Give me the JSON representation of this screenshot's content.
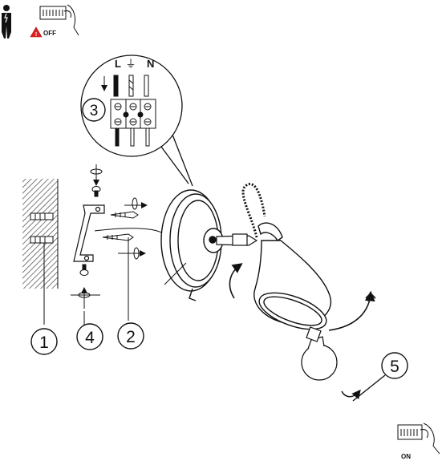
{
  "header": {
    "power_off_label": "OFF",
    "power_on_label": "ON"
  },
  "terminal": {
    "labels": [
      "L",
      "⏚",
      "N"
    ],
    "step": "3"
  },
  "steps": {
    "wall_plug": "1",
    "screw": "2",
    "bracket_screw": "4",
    "bulb": "5"
  },
  "colors": {
    "line": "#111111",
    "hatch": "#555555"
  }
}
